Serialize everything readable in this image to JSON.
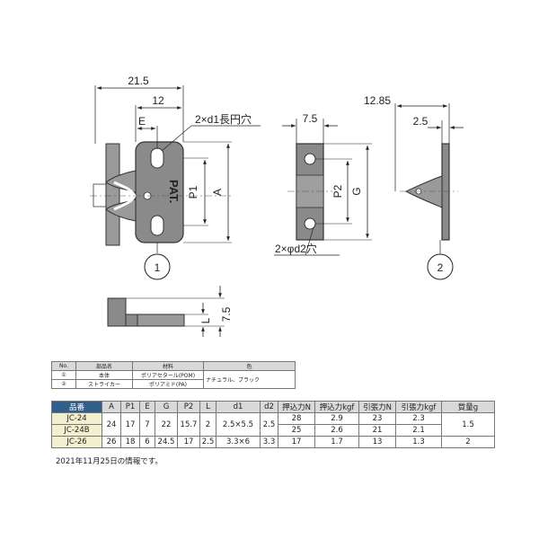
{
  "dims": {
    "w215": "21.5",
    "w12": "12",
    "e": "E",
    "d1_slot": "2×d1長円穴",
    "p1": "P1",
    "a": "A",
    "w75": "7.5",
    "p2": "P2",
    "g": "G",
    "d2_hole": "2×φd2穴",
    "w1285": "12.85",
    "w25": "2.5",
    "h75": "7.5",
    "l": "L",
    "pat": "PAT."
  },
  "callouts": {
    "c1": "1",
    "c2": "2"
  },
  "parts_table": {
    "headers": [
      "No.",
      "部品名",
      "材料",
      "色"
    ],
    "rows": [
      [
        "①",
        "本体",
        "ポリアセタール(POM)"
      ],
      [
        "②",
        "ストライカー",
        "ポリアミド(PA)"
      ]
    ],
    "color_value": "ナチュラル、ブラック"
  },
  "spec_table": {
    "headers": [
      "品番",
      "A",
      "P1",
      "E",
      "G",
      "P2",
      "L",
      "d1",
      "d2",
      "押込力N",
      "押込力kgf",
      "引張力N",
      "引張力kgf",
      "質量g"
    ],
    "rows": [
      {
        "pn": "JC-24",
        "A": "24",
        "P1": "17",
        "E": "7",
        "G": "22",
        "P2": "15.7",
        "L": "2",
        "d1": "2.5×5.5",
        "d2": "2.5",
        "pushN": "28",
        "pushKgf": "2.9",
        "pullN": "23",
        "pullKgf": "2.3",
        "mass": "1.5"
      },
      {
        "pn": "JC-24B",
        "pushN": "25",
        "pushKgf": "2.6",
        "pullN": "21",
        "pullKgf": "2.1"
      },
      {
        "pn": "JC-26",
        "A": "26",
        "P1": "18",
        "E": "6",
        "G": "24.5",
        "P2": "17",
        "L": "2.5",
        "d1": "3.3×6",
        "d2": "3.3",
        "pushN": "17",
        "pushKgf": "1.7",
        "pullN": "13",
        "pullKgf": "1.3",
        "mass": "2"
      }
    ]
  },
  "footnote": "2021年11月25日の情報です。",
  "colors": {
    "part": "#8a8a8a",
    "part_edge": "#333333",
    "header_blue": "#2f5f8a",
    "header_gray": "#d9d9d9",
    "pn_cell": "#f3f0cf"
  }
}
